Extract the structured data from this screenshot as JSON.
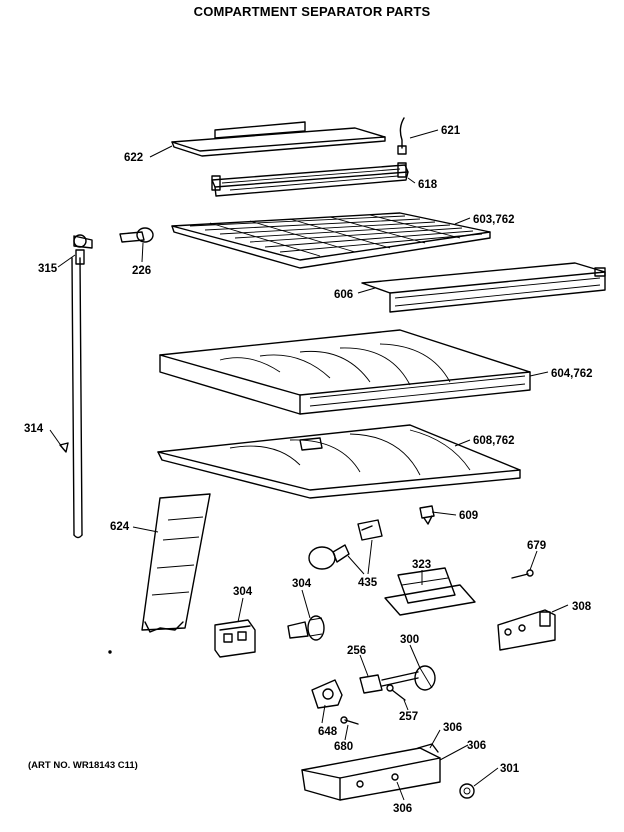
{
  "title": "COMPARTMENT SEPARATOR PARTS",
  "art_number": "(ART NO. WR18143 C11)",
  "callouts": {
    "p621": "621",
    "p622": "622",
    "p618": "618",
    "p603": "603,762",
    "p315": "315",
    "p226": "226",
    "p606": "606",
    "p604": "604,762",
    "p314": "314",
    "p608": "608,762",
    "p609": "609",
    "p624": "624",
    "p435": "435",
    "p323": "323",
    "p679": "679",
    "p304a": "304",
    "p304b": "304",
    "p308": "308",
    "p256": "256",
    "p300": "300",
    "p648": "648",
    "p257": "257",
    "p680": "680",
    "p306a": "306",
    "p306b": "306",
    "p306c": "306",
    "p301": "301"
  }
}
